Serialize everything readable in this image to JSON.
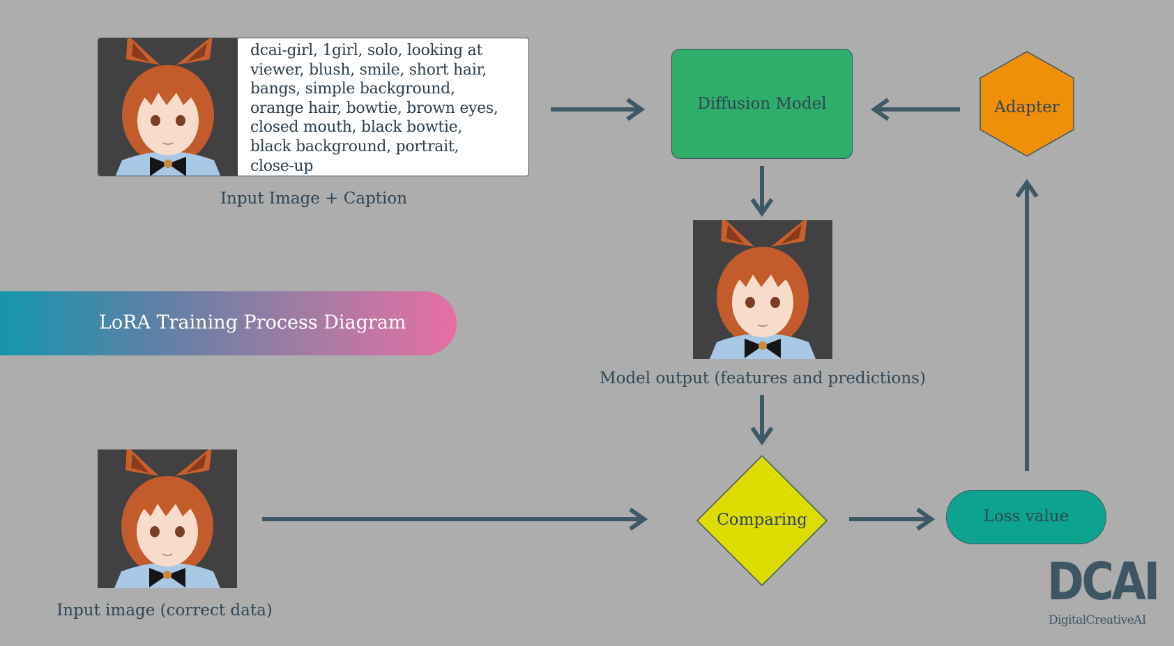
{
  "diagram": {
    "title": "LoRA Training Process Diagram",
    "input_caption": {
      "text": "dcai-girl, 1girl, solo, looking at\nviewer, blush, smile, short hair,\nbangs, simple background,\norange hair, bowtie, brown eyes,\nclosed mouth, black bowtie,\nblack background, portrait,\nclose-up",
      "label": "Input Image + Caption"
    },
    "nodes": {
      "diffusion_model": "Diffusion Model",
      "adapter": "Adapter",
      "model_output": "Model output (features and predictions)",
      "comparing": "Comparing",
      "loss_value": "Loss value",
      "input_image_correct": "Input image (correct data)"
    },
    "colors": {
      "background": "#adadad",
      "diffusion_model": "#2eae6a",
      "adapter": "#f0900a",
      "comparing": "#dddd00",
      "loss_value": "#0ea38e",
      "arrow": "#3f5866",
      "text": "#2e4656"
    }
  },
  "logo": {
    "main": "DCAI",
    "sub": "DigitalCreativeAI"
  }
}
